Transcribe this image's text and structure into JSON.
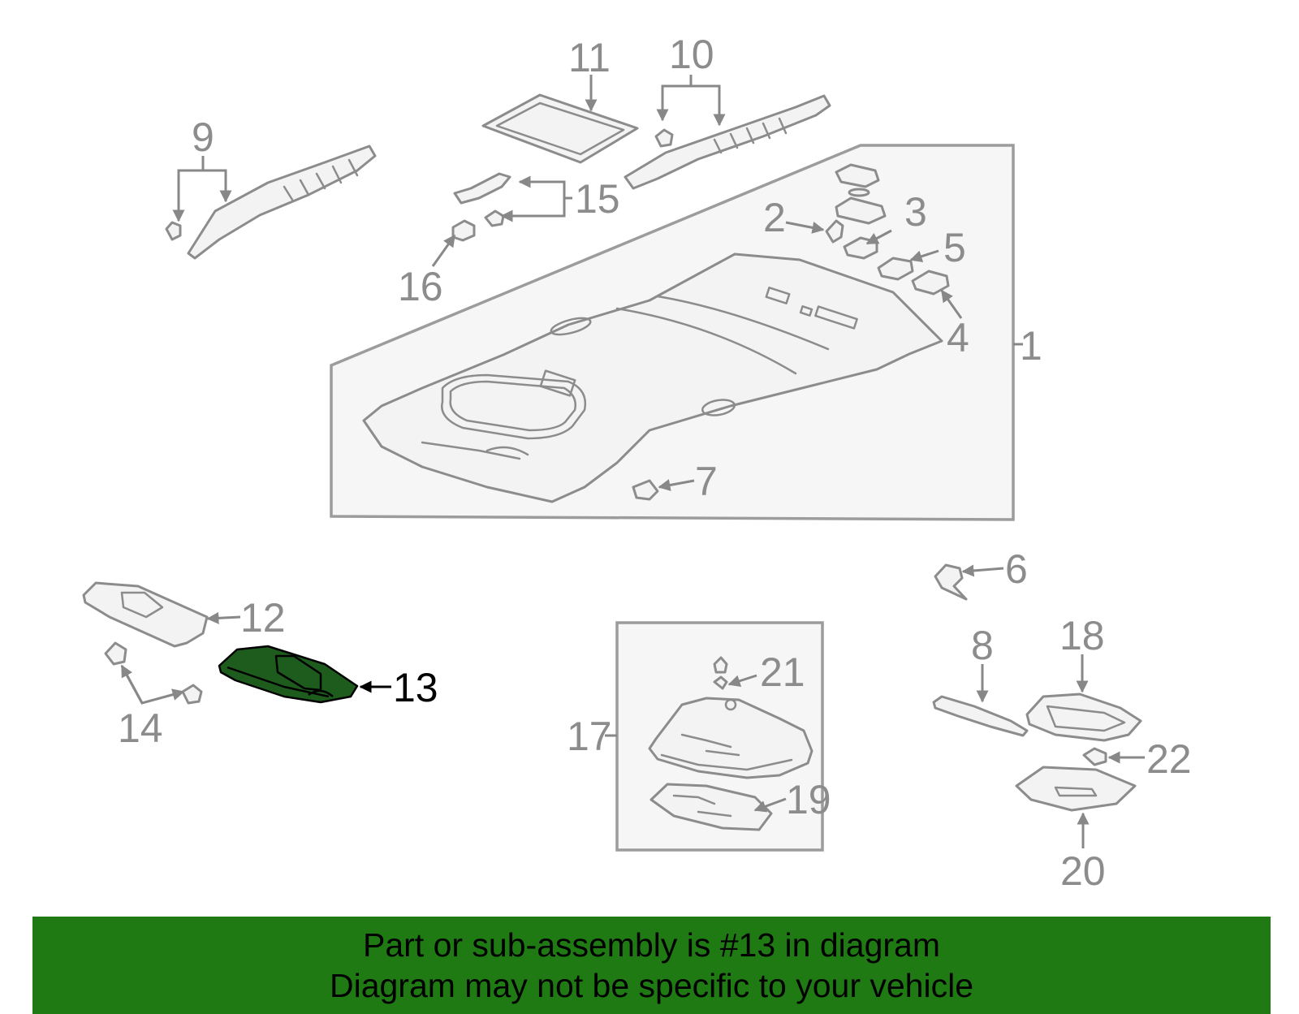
{
  "diagram": {
    "highlight_color": "#1e5c1e",
    "banner_color": "#1f7a14",
    "callouts": {
      "c1": "1",
      "c2": "2",
      "c3": "3",
      "c4": "4",
      "c5": "5",
      "c6": "6",
      "c7": "7",
      "c8": "8",
      "c9": "9",
      "c10": "10",
      "c11": "11",
      "c12": "12",
      "c13": "13",
      "c14": "14",
      "c15": "15",
      "c16": "16",
      "c17": "17",
      "c18": "18",
      "c19": "19",
      "c20": "20",
      "c21": "21",
      "c22": "22"
    },
    "highlighted_part": "13"
  },
  "banner": {
    "line1": "Part or sub-assembly is #13 in diagram",
    "line2": "Diagram may not be specific to your vehicle"
  }
}
